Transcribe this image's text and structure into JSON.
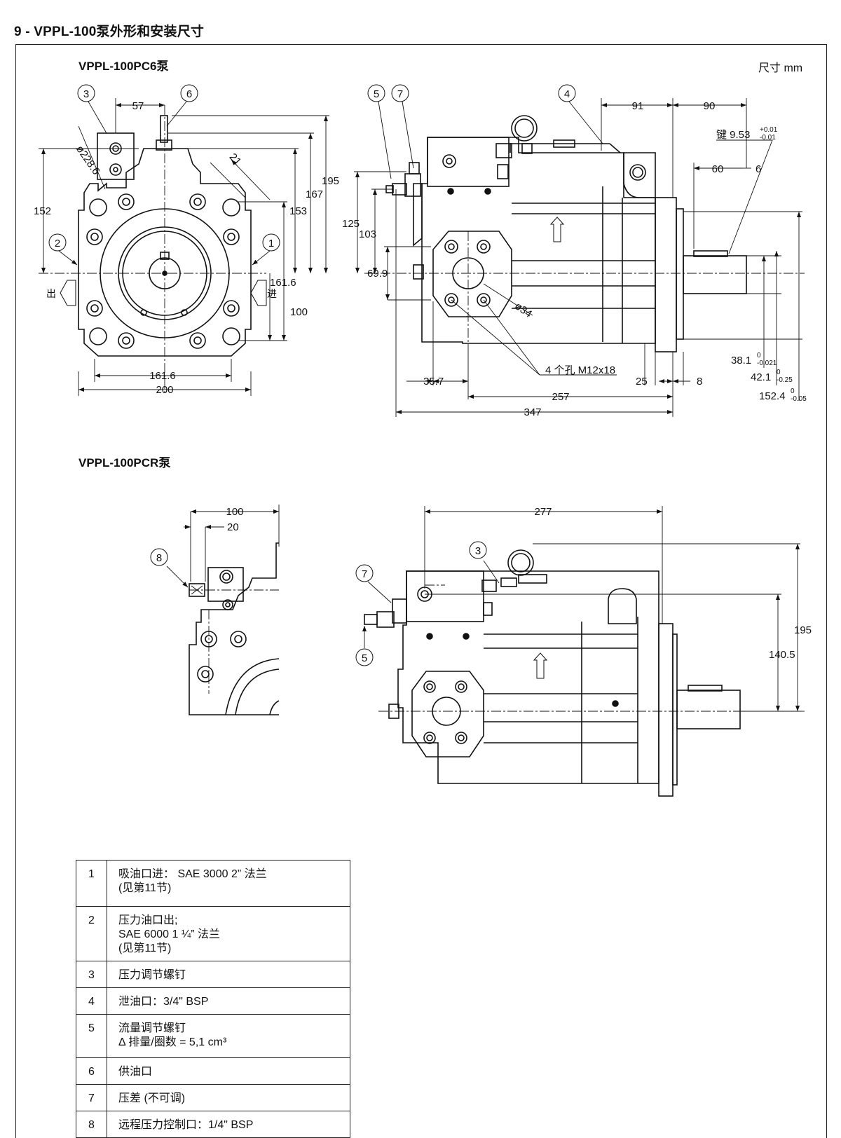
{
  "page_title": "9 - VPPL-100泵外形和安装尺寸",
  "unit_label": "尺寸  mm",
  "sections": [
    {
      "title": "VPPL-100PC6泵"
    },
    {
      "title": "VPPL-100PCR泵"
    }
  ],
  "callouts": {
    "c1": "1",
    "c2": "2",
    "c3": "3",
    "c4": "4",
    "c5": "5",
    "c6": "6",
    "c7": "7",
    "c8": "8"
  },
  "dims_front": {
    "d57": "57",
    "d228": "ø228.6",
    "d21": "21",
    "d195": "195",
    "d167": "167",
    "d152": "152",
    "d153": "153",
    "d161_v": "161.6",
    "d100": "100",
    "d161_h": "161.6",
    "d200": "200",
    "out": "出",
    "in": "进"
  },
  "dims_side": {
    "d91": "91",
    "d90": "90",
    "key": "键 9.53",
    "key_tol_up": "+0.01",
    "key_tol_dn": "-0.01",
    "d60": "60",
    "d6": "6",
    "d125": "125",
    "d103": "103",
    "d69": "69.9",
    "d34": "ø34",
    "holes": "4 个孔 M12x18",
    "d35": "35.7",
    "d257": "257",
    "d347": "347",
    "d25": "25",
    "d8": "8",
    "d38": "38.1",
    "d38_up": "0",
    "d38_dn": "-0.021",
    "d42": "42.1",
    "d42_up": "0",
    "d42_dn": "-0.25",
    "d152_4": "152.4",
    "d152_up": "0",
    "d152_dn": "-0.05"
  },
  "dims_pcr_front": {
    "d100": "100",
    "d20": "20"
  },
  "dims_pcr_side": {
    "d277": "277",
    "d195": "195",
    "d140": "140.5"
  },
  "legend": [
    {
      "num": "1",
      "desc": "吸油口进：  SAE 3000 2” 法兰\n(见第11节)"
    },
    {
      "num": "2",
      "desc": "压力油口出;\nSAE 6000 1 ¼” 法兰\n(见第11节)"
    },
    {
      "num": "3",
      "desc": "压力调节螺钉"
    },
    {
      "num": "4",
      "desc": "泄油口：3/4\" BSP"
    },
    {
      "num": "5",
      "desc": "流量调节螺钉\nΔ 排量/圈数 = 5,1 cm³"
    },
    {
      "num": "6",
      "desc": "供油口"
    },
    {
      "num": "7",
      "desc": "压差 (不可调)"
    },
    {
      "num": "8",
      "desc": "远程压力控制口：1/4\" BSP"
    }
  ]
}
